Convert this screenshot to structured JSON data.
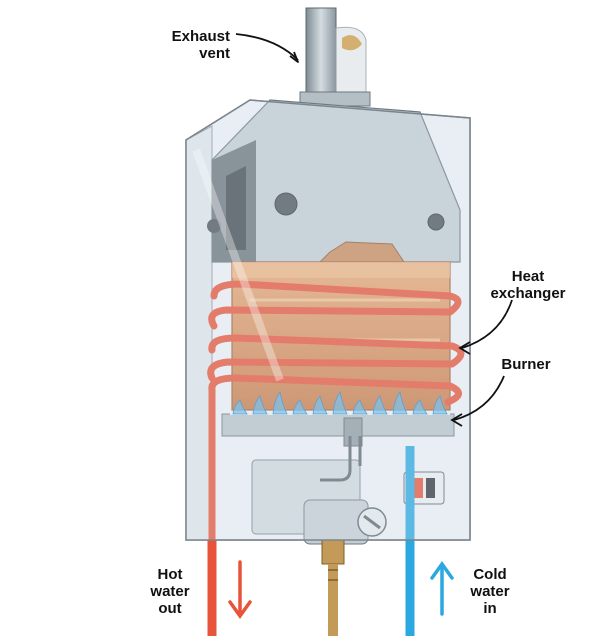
{
  "labels": {
    "exhaust_vent": "Exhaust\nvent",
    "heat_exchanger": "Heat\nexchanger",
    "burner": "Burner",
    "hot_water_out": "Hot\nwater\nout",
    "cold_water_in": "Cold\nwater\nin"
  },
  "colors": {
    "hot_water": "#e8543a",
    "cold_water": "#2aa8df",
    "copper": "#d9925e",
    "flame": "#5bb4ea",
    "housing": "#c7d3dc",
    "flue": "#9aa5ad"
  }
}
